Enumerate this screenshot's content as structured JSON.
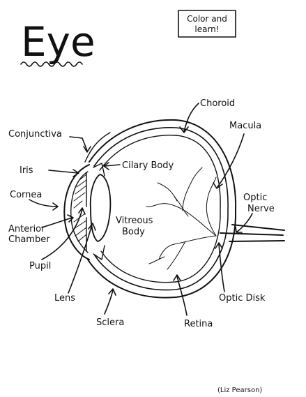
{
  "title": "Eye",
  "note_box": {
    "line1": "Color and",
    "line2": "learn!"
  },
  "labels": {
    "choroid": "Choroid",
    "macula": "Macula",
    "conjunctiva": "Conjunctiva",
    "iris": "Iris",
    "cilary_body": "Cilary Body",
    "cornea": "Cornea",
    "optic_nerve_1": "Optic",
    "optic_nerve_2": "Nerve",
    "vitreous_body_1": "Vitreous",
    "vitreous_body_2": "Body",
    "anterior_chamber_1": "Anterior",
    "anterior_chamber_2": "Chamber",
    "pupil": "Pupil",
    "lens": "Lens",
    "optic_disk": "Optic Disk",
    "sclera": "Sclera",
    "retina": "Retina"
  },
  "credit": "(Liz Pearson)"
}
